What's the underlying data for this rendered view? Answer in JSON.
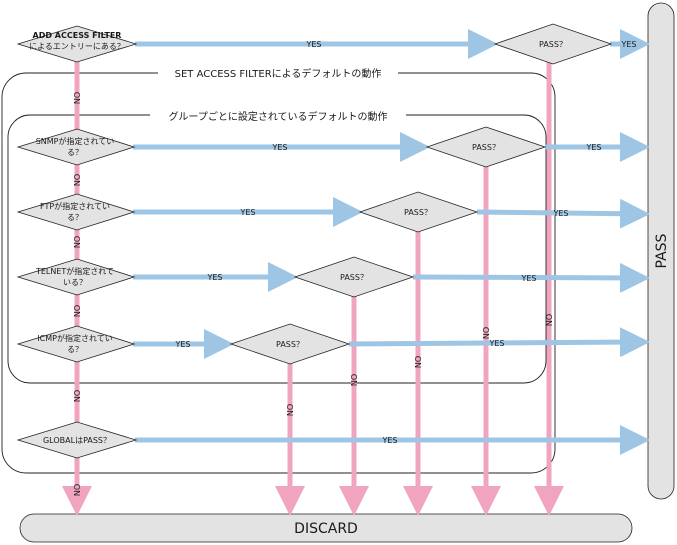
{
  "frames": {
    "outer_title": "SET ACCESS FILTERによるデフォルトの動作",
    "inner_title": "グループごとに設定されているデフォルトの動作"
  },
  "decisions": {
    "add_filter": [
      "ADD ACCESS FILTER",
      "によるエントリーにある？"
    ],
    "snmp": [
      "SNMPが指定されてい",
      "る？"
    ],
    "ftp": [
      "FTPが指定されてい",
      "る？"
    ],
    "telnet": [
      "TELNETが指定されて",
      "いる？"
    ],
    "icmp": [
      "ICMPが指定されてい",
      "る？"
    ],
    "global": "GLOBALはPASS？",
    "pass_q": "PASS？"
  },
  "labels": {
    "yes": "YES",
    "no": "NO"
  },
  "terminals": {
    "pass": "PASS",
    "discard": "DISCARD"
  },
  "colors": {
    "yes_arrow": "#9ec5e3",
    "no_arrow": "#f0a4c0",
    "shape_fill": "#e3e3e3"
  }
}
